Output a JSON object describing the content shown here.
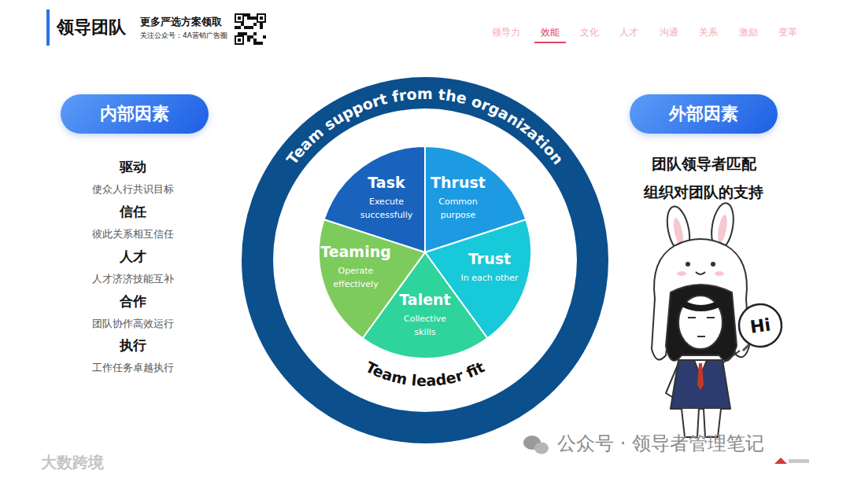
{
  "diagram": {
    "title": "领导团队",
    "nodes": [
      {
        "text": [
          "内部因素"
        ]
      },
      {
        "text": [
          "Team support from the organization",
          "Team leader fit"
        ]
      },
      {
        "text": [
          "Task",
          "Execute successfully"
        ],
        "in": 1
      },
      {
        "text": [
          "Thrust",
          "Common purpose"
        ],
        "in": 1
      },
      {
        "text": [
          "Trust",
          "In each other"
        ],
        "in": 1
      },
      {
        "text": [
          "Talent",
          "Collective skills"
        ],
        "in": 1
      },
      {
        "text": [
          "Teaming",
          "Operate effectively"
        ],
        "in": 1
      },
      {
        "text": [
          "外部因素"
        ]
      },
      {
        "text": [
          "Hi"
        ]
      }
    ],
    "labels": [
      "更多严选方案领取",
      "关注公众号：4A营销广告圈",
      "领导力",
      "效能",
      "文化",
      "人才",
      "沟通",
      "关系",
      "激励",
      "变革",
      "驱动",
      "使众人行共识目标",
      "信任",
      "彼此关系相互信任",
      "人才",
      "人才济济技能互补",
      "合作",
      "团队协作高效运行",
      "执行",
      "工作任务卓越执行",
      "团队领导者匹配",
      "组织对团队的支持",
      "公众号 · 领导者管理笔记",
      "大数跨境"
    ]
  }
}
